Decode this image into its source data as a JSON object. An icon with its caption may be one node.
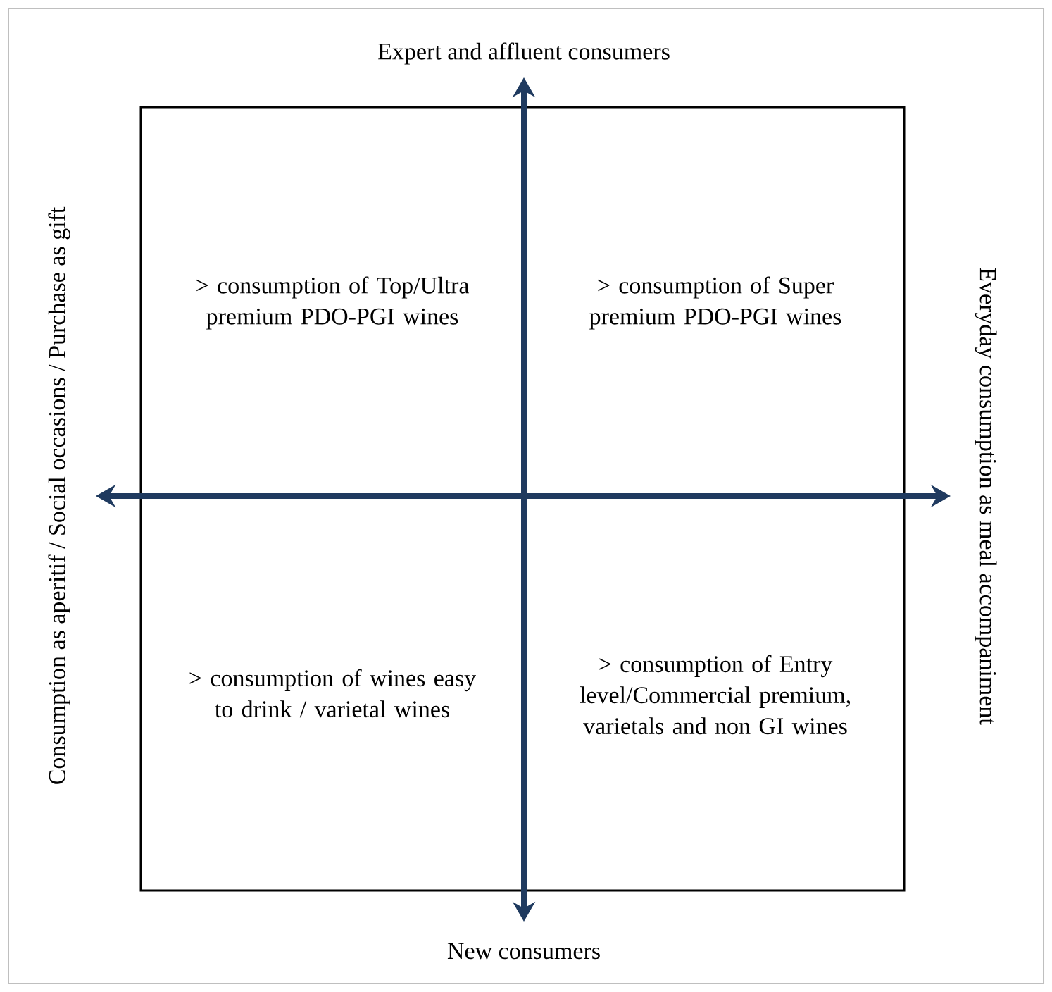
{
  "diagram": {
    "labels": [
      "Expert and affluent consumers",
      "Consumption as aperitif / Social occasions / Purchase as gift",
      "> consumption of Top/Ultra premium PDO-PGI wines",
      "> consumption of Super premium PDO-PGI wines",
      "Everyday consumption as meal accompaniment",
      "> consumption of wines easy to drink / varietal wines",
      "> consumption of Entry level/Commercial premium, varietals and non GI wines",
      "New consumers"
    ]
  }
}
